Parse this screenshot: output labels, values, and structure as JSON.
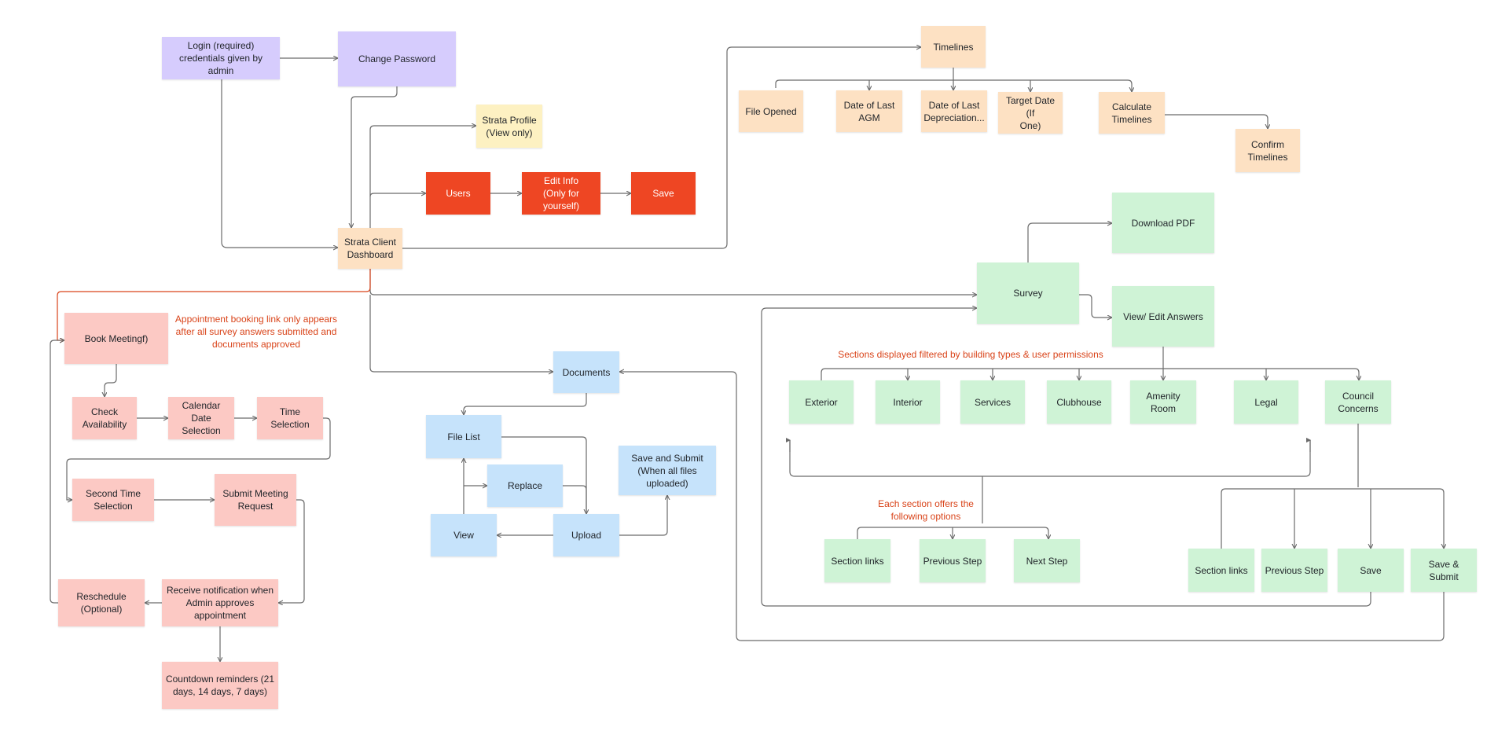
{
  "colors": {
    "purple": "#d6ccfd",
    "peach": "#fde1c3",
    "yellow": "#fdf1c2",
    "red": "#ee4623",
    "pink": "#fcc9c4",
    "blue": "#c6e3fb",
    "green": "#cff3d6",
    "note": "#d9441a",
    "line": "#6b6b6b"
  },
  "nodes": [
    {
      "id": "login",
      "label": "Login (required)\ncredentials given by admin",
      "color": "purple"
    },
    {
      "id": "change_password",
      "label": "Change Password",
      "color": "purple"
    },
    {
      "id": "strata_profile",
      "label": "Strata Profile\n(View only)",
      "color": "yellow"
    },
    {
      "id": "users",
      "label": "Users",
      "color": "red"
    },
    {
      "id": "edit_info",
      "label": "Edit Info\n(Only for yourself)",
      "color": "red"
    },
    {
      "id": "save_top",
      "label": "Save",
      "color": "red"
    },
    {
      "id": "dashboard",
      "label": "Strata Client\nDashboard",
      "color": "peach"
    },
    {
      "id": "timelines",
      "label": "Timelines",
      "color": "peach"
    },
    {
      "id": "file_opened",
      "label": "File Opened",
      "color": "peach"
    },
    {
      "id": "last_agm",
      "label": "Date of Last\nAGM",
      "color": "peach"
    },
    {
      "id": "last_depreciation",
      "label": "Date of Last\nDepreciation...",
      "color": "peach"
    },
    {
      "id": "target_date",
      "label": "Target Date (If\nOne)",
      "color": "peach"
    },
    {
      "id": "calculate_timelines",
      "label": "Calculate\nTimelines",
      "color": "peach"
    },
    {
      "id": "confirm_timelines",
      "label": "Confirm\nTimelines",
      "color": "peach"
    },
    {
      "id": "download_pdf",
      "label": "Download PDF",
      "color": "green"
    },
    {
      "id": "survey",
      "label": "Survey",
      "color": "green"
    },
    {
      "id": "view_edit_answers",
      "label": "View/ Edit Answers",
      "color": "green"
    },
    {
      "id": "exterior",
      "label": "Exterior",
      "color": "green"
    },
    {
      "id": "interior",
      "label": "Interior",
      "color": "green"
    },
    {
      "id": "services",
      "label": "Services",
      "color": "green"
    },
    {
      "id": "clubhouse",
      "label": "Clubhouse",
      "color": "green"
    },
    {
      "id": "amenity_room",
      "label": "Amenity Room",
      "color": "green"
    },
    {
      "id": "legal",
      "label": "Legal",
      "color": "green"
    },
    {
      "id": "council_concerns",
      "label": "Council\nConcerns",
      "color": "green"
    },
    {
      "id": "section_links_1",
      "label": "Section links",
      "color": "green"
    },
    {
      "id": "previous_step_1",
      "label": "Previous Step",
      "color": "green"
    },
    {
      "id": "next_step",
      "label": "Next Step",
      "color": "green"
    },
    {
      "id": "section_links_2",
      "label": "Section links",
      "color": "green"
    },
    {
      "id": "previous_step_2",
      "label": "Previous Step",
      "color": "green"
    },
    {
      "id": "save_green",
      "label": "Save",
      "color": "green"
    },
    {
      "id": "save_submit",
      "label": "Save & Submit",
      "color": "green"
    },
    {
      "id": "documents",
      "label": "Documents",
      "color": "blue"
    },
    {
      "id": "file_list",
      "label": "File List",
      "color": "blue"
    },
    {
      "id": "replace",
      "label": "Replace",
      "color": "blue"
    },
    {
      "id": "view",
      "label": "View",
      "color": "blue"
    },
    {
      "id": "upload",
      "label": "Upload",
      "color": "blue"
    },
    {
      "id": "save_and_submit_docs",
      "label": "Save and Submit\n(When all files\nuploaded)",
      "color": "blue"
    },
    {
      "id": "book_meeting",
      "label": "Book Meetingf)",
      "color": "pink"
    },
    {
      "id": "check_availability",
      "label": "Check\nAvailability",
      "color": "pink"
    },
    {
      "id": "calendar_date",
      "label": "Calendar Date\nSelection",
      "color": "pink"
    },
    {
      "id": "time_selection",
      "label": "Time Selection",
      "color": "pink"
    },
    {
      "id": "second_time",
      "label": "Second Time\nSelection",
      "color": "pink"
    },
    {
      "id": "submit_meeting",
      "label": "Submit Meeting\nRequest",
      "color": "pink"
    },
    {
      "id": "receive_notification",
      "label": "Receive notification when\nAdmin approves\nappointment",
      "color": "pink"
    },
    {
      "id": "reschedule",
      "label": "Reschedule\n(Optional)",
      "color": "pink"
    },
    {
      "id": "countdown",
      "label": "Countdown reminders (21\ndays, 14 days, 7 days)",
      "color": "pink"
    }
  ],
  "notes": {
    "appointment": "Appointment booking link only appears\nafter all survey answers submitted and\ndocuments approved",
    "sections_filtered": "Sections displayed filtered by building types & user permissions",
    "section_options": "Each section offers the\nfollowing options"
  }
}
